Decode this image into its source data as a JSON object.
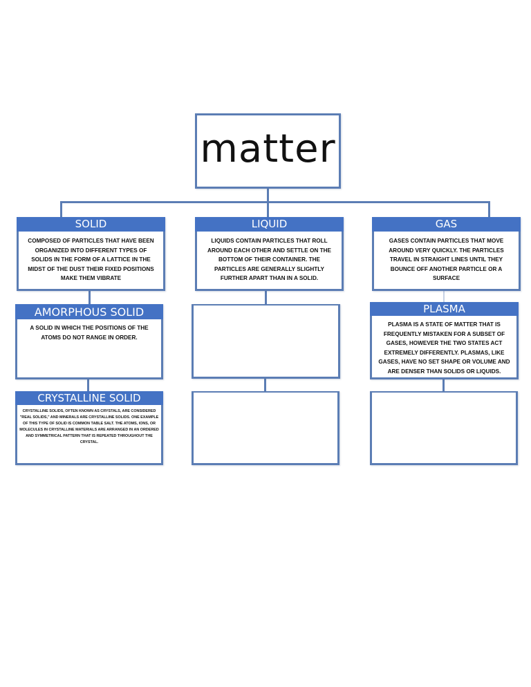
{
  "diagram": {
    "title": "matter",
    "colors": {
      "header": "#4472c4",
      "border": "#5b7db4",
      "header_text": "#ffffff"
    },
    "columns": [
      {
        "label": "SOLID",
        "description": "COMPOSED OF PARTICLES THAT HAVE BEEN ORGANIZED INTO DIFFERENT TYPES OF SOLIDS IN THE FORM OF A LATTICE IN THE MIDST OF THE DUST THEIR FIXED POSITIONS MAKE THEM VIBRATE",
        "children": [
          {
            "label": "AMORPHOUS SOLID",
            "description": "A SOLID IN WHICH THE POSITIONS OF THE ATOMS DO NOT RANGE IN ORDER."
          },
          {
            "label": "CRYSTALLINE SOLID",
            "description": "CRYSTALLINE SOLIDS, OFTEN KNOWN AS CRYSTALS, ARE CONSIDERED \"REAL SOLIDS,\" AND MINERALS ARE CRYSTALLINE SOLIDS. ONE EXAMPLE OF THIS TYPE OF SOLID IS COMMON TABLE SALT. THE ATOMS, IONS, OR MOLECULES IN CRYSTALLINE MATERIALS ARE ARRANGED IN AN ORDERED AND SYMMETRICAL PATTERN THAT IS REPEATED THROUGHOUT THE CRYSTAL."
          }
        ]
      },
      {
        "label": "LIQUID",
        "description": "LIQUIDS CONTAIN PARTICLES THAT ROLL AROUND EACH OTHER AND SETTLE ON THE BOTTOM OF THEIR CONTAINER. THE PARTICLES ARE GENERALLY SLIGHTLY FURTHER APART THAN IN A SOLID.",
        "children": [
          {
            "label": "",
            "description": ""
          },
          {
            "label": "",
            "description": ""
          }
        ]
      },
      {
        "label": "GAS",
        "description": "GASES CONTAIN PARTICLES THAT MOVE AROUND VERY QUICKLY. THE PARTICLES TRAVEL IN STRAIGHT LINES UNTIL THEY BOUNCE OFF ANOTHER PARTICLE OR A SURFACE",
        "children": [
          {
            "label": "PLASMA",
            "description": "PLASMA IS A STATE OF MATTER THAT IS FREQUENTLY MISTAKEN FOR A SUBSET OF GASES, HOWEVER THE TWO STATES ACT EXTREMELY DIFFERENTLY. PLASMAS, LIKE GASES, HAVE NO SET SHAPE OR VOLUME AND ARE DENSER THAN SOLIDS OR LIQUIDS."
          },
          {
            "label": "",
            "description": ""
          }
        ]
      }
    ]
  }
}
